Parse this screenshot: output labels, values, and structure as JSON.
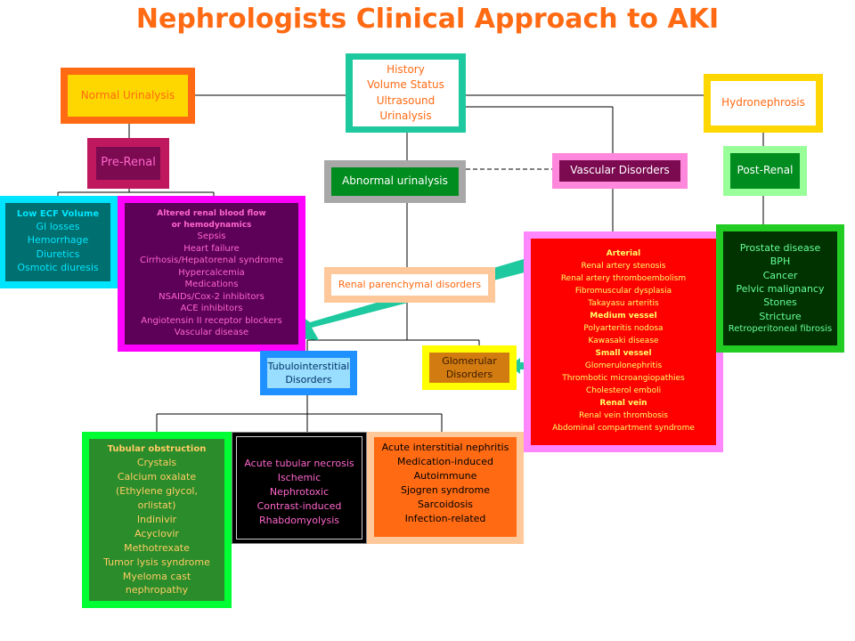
{
  "title": "Nephrologists Clinical Approach to AKI",
  "colors": {
    "title": "#ff6a13",
    "orange": "#ff6a13",
    "teal": "#1ec9a0",
    "gold": "#ffd700",
    "maroon": "#7b0a50",
    "cyan": "#00e5ff",
    "magenta": "#ff00ff",
    "gray": "#a8a8a8",
    "green_dark": "#008c1e",
    "pink": "#ff88dd",
    "red": "#ff0000",
    "peach": "#ffc89a",
    "blue": "#1e90ff",
    "yellow": "#ffff00",
    "brown": "#d27b10",
    "lime": "#00ff33",
    "black": "#000000"
  },
  "boxes": {
    "history": [
      "History",
      "Volume Status",
      "Ultrasound",
      "Urinalysis"
    ],
    "normal_urinalysis": "Normal Urinalysis",
    "hydronephrosis": "Hydronephrosis",
    "pre_renal": "Pre-Renal",
    "abnormal_urinalysis": "Abnormal urinalysis",
    "vascular_disorders": "Vascular Disorders",
    "post_renal": "Post-Renal",
    "low_ecf": {
      "heading": "Low ECF Volume",
      "items": [
        "GI losses",
        "Hemorrhage",
        "Diuretics",
        "Osmotic diuresis"
      ]
    },
    "altered_flow": {
      "heading": [
        "Altered renal blood flow",
        "or hemodynamics"
      ],
      "items": [
        "Sepsis",
        "Heart failure",
        "Cirrhosis/Hepatorenal syndrome",
        "Hypercalcemia",
        "Medications",
        "NSAIDs/Cox-2 inhibitors",
        "ACE inhibitors",
        "Angiotensin II receptor blockers",
        "Vascular disease"
      ]
    },
    "renal_parenchymal": "Renal parenchymal disorders",
    "vascular_list": {
      "arterial_heading": "Arterial",
      "arterial": [
        "Renal artery stenosis",
        "Renal artery thromboembolism",
        "Fibromuscular dysplasia",
        "Takayasu arteritis"
      ],
      "medium_heading": "Medium vessel",
      "medium": [
        "Polyarteritis nodosa",
        "Kawasaki disease"
      ],
      "small_heading": "Small vessel",
      "small": [
        "Glomerulonephritis",
        "Thrombotic microangiopathies",
        "Cholesterol emboli"
      ],
      "vein_heading": "Renal vein",
      "vein": [
        "Renal vein thrombosis",
        "Abdominal compartment syndrome"
      ]
    },
    "post_list": [
      "Prostate disease",
      "BPH",
      "Cancer",
      "Pelvic malignancy",
      "Stones",
      "Stricture",
      "Retroperitoneal fibrosis"
    ],
    "tubulointerstitial": [
      "Tubulointerstitial",
      "Disorders"
    ],
    "glomerular": [
      "Glomerular",
      "Disorders"
    ],
    "tubular_obstruction": {
      "heading": "Tubular obstruction",
      "items": [
        "Crystals",
        "Calcium oxalate",
        "(Ethylene glycol,",
        "orlistat)",
        "Indinivir",
        "Acyclovir",
        "Methotrexate",
        "Tumor lysis syndrome",
        "Myeloma cast",
        "nephropathy"
      ]
    },
    "atn": [
      "Acute tubular necrosis",
      "Ischemic",
      "Nephrotoxic",
      "Contrast-induced",
      "Rhabdomyolysis"
    ],
    "ain": [
      "Acute interstitial nephritis",
      "Medication-induced",
      "Autoimmune",
      "Sjogren syndrome",
      "Sarcoidosis",
      "Infection-related"
    ]
  }
}
